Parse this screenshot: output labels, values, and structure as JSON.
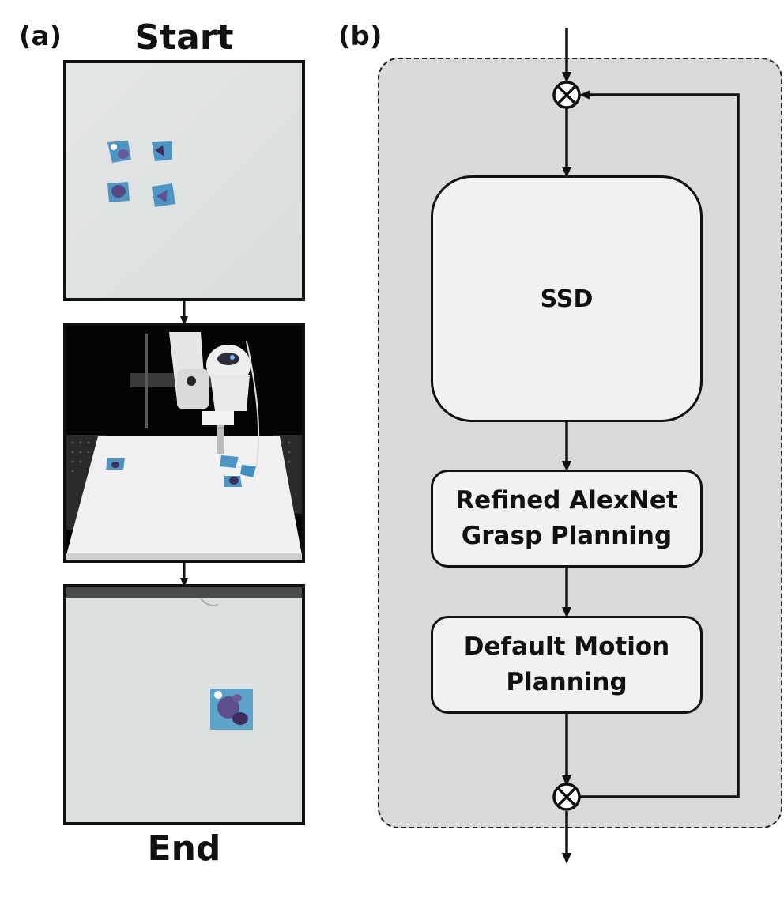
{
  "panel_a": {
    "label": "(a)",
    "start_title": "Start",
    "end_title": "End"
  },
  "panel_b": {
    "label": "(b)",
    "blocks": {
      "ssd": "SSD",
      "grasp": "Refined AlexNet\nGrasp Planning",
      "motion": "Default Motion\nPlanning"
    }
  },
  "colors": {
    "container_fill": "#d9d9d9",
    "block_fill": "#f1f1f1",
    "line": "#111111"
  },
  "icons": [
    "summing-junction-icon",
    "arrow-icon"
  ]
}
